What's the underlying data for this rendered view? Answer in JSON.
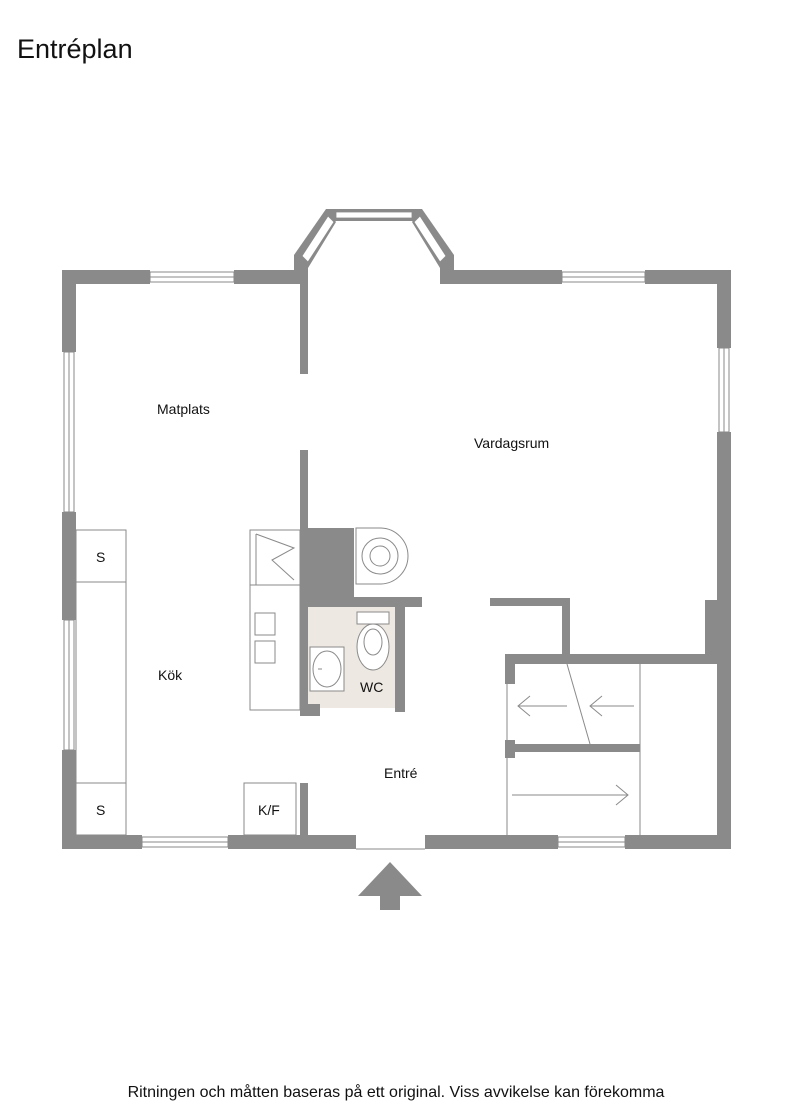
{
  "title": "Entréplan",
  "footer_note": "Ritningen och måtten baseras på ett original. Viss avvikelse kan förekomma",
  "rooms": {
    "matplats": "Matplats",
    "vardagsrum": "Vardagsrum",
    "kok": "Kök",
    "wc": "WC",
    "entre": "Entré"
  },
  "fixtures": {
    "storage_top": "S",
    "storage_bottom": "S",
    "fridge_freezer": "K/F"
  },
  "icons": {
    "entrance": "entrance-arrow-icon"
  },
  "colors": {
    "wall": "#8a8a8a",
    "wc_floor": "#ede8e1",
    "line": "#8a8a8a"
  }
}
